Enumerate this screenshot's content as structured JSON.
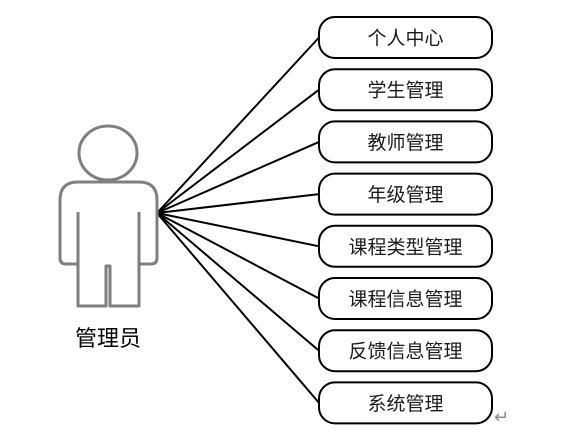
{
  "actor": {
    "name": "管理员",
    "icon": "stick-figure-icon"
  },
  "use_cases": [
    {
      "id": "personal-center",
      "label": "个人中心"
    },
    {
      "id": "student-management",
      "label": "学生管理"
    },
    {
      "id": "teacher-management",
      "label": "教师管理"
    },
    {
      "id": "grade-management",
      "label": "年级管理"
    },
    {
      "id": "course-type-management",
      "label": "课程类型管理"
    },
    {
      "id": "course-info-management",
      "label": "课程信息管理"
    },
    {
      "id": "feedback-info-management",
      "label": "反馈信息管理"
    },
    {
      "id": "system-management",
      "label": "系统管理"
    }
  ],
  "paragraph_mark": "↵",
  "colors": {
    "background": "#ffffff",
    "lines": "#000000",
    "actor_outline": "#7f7f7f"
  }
}
